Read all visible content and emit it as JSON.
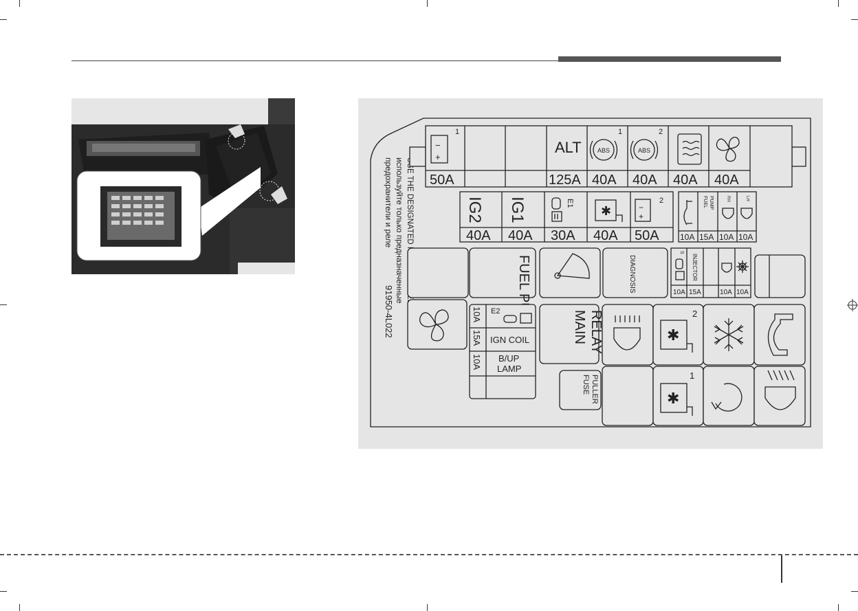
{
  "diagram": {
    "instruction_en": "USE THE DESIGNATED FUSE AND RELAY ONLY",
    "instruction_ru_1": "используйте только предназначенные",
    "instruction_ru_2": "предохранители и реле",
    "part_number": "91950-4L022",
    "top_row": {
      "fuses": [
        {
          "icon": "battery-icon",
          "superscript": "1",
          "rating": "50A"
        },
        {
          "icon": "",
          "superscript": "",
          "rating": ""
        },
        {
          "icon": "",
          "superscript": "",
          "rating": ""
        },
        {
          "label": "ALT",
          "rating": "125A"
        },
        {
          "icon": "abs-icon",
          "icon_text": "ABS",
          "superscript": "1",
          "rating": "40A"
        },
        {
          "icon": "abs-icon",
          "icon_text": "ABS",
          "superscript": "2",
          "rating": "40A"
        },
        {
          "icon": "rear-defroster-icon",
          "rating": "40A"
        },
        {
          "icon": "blower-fan-icon",
          "rating": "40A"
        },
        {
          "icon": "",
          "rating": ""
        }
      ]
    },
    "second_row": {
      "fuses": [
        {
          "label": "IG2",
          "rating": "40A"
        },
        {
          "label": "IG1",
          "rating": "40A"
        },
        {
          "icon": "engine-ecu-icon",
          "superscript": "E1",
          "rating": "30A"
        },
        {
          "icon": "radiator-fan-icon",
          "rating": "40A"
        },
        {
          "icon": "battery-icon",
          "superscript": "2",
          "rating": "50A"
        }
      ],
      "mini_fuses": [
        {
          "icon": "horn-icon",
          "rating": "10A"
        },
        {
          "label": "FUEL PUMP",
          "rating": "15A"
        },
        {
          "icon": "headlamp-icon",
          "superscript": "RH",
          "rating": "10A"
        },
        {
          "icon": "headlamp-icon",
          "superscript": "LH",
          "rating": "10A"
        }
      ]
    },
    "relays": {
      "fuel_pump": "FUEL PUMP",
      "diagnosis": "DIAGNOSIS",
      "main_relay": "MAIN RELAY",
      "fuse_puller": "FUSE PULLER",
      "radiator_fan_2_superscript": "2",
      "radiator_fan_1_superscript": "1"
    },
    "third_row_minis": [
      {
        "icon": "engine-icon",
        "superscript": "S",
        "rating": "10A"
      },
      {
        "label": "INJECTOR",
        "rating": "15A"
      },
      {
        "icon": "",
        "rating": ""
      },
      {
        "icon": "headlamp-icon",
        "rating": "10A"
      },
      {
        "icon": "ac-compressor-icon",
        "rating": "10A"
      }
    ],
    "left_minis": [
      {
        "icon": "engine-ecu-icon",
        "superscript": "E2",
        "rating": "10A"
      },
      {
        "label": "IGN COIL",
        "rating": "15A"
      },
      {
        "label": "B/UP LAMP",
        "rating": "10A"
      },
      {
        "label": "",
        "rating": ""
      }
    ]
  }
}
